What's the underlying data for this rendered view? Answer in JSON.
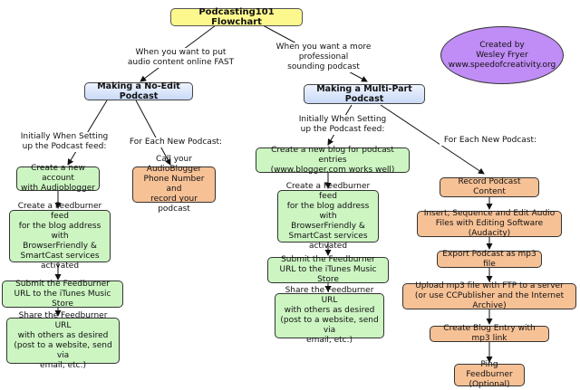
{
  "title": "Podcasting101 Flowchart",
  "credit": "Created by\nWesley Fryer\nwww.speedofcreativity.org",
  "branch_labels": {
    "fast": "When you want to put\naudio content online FAST",
    "professional": "When you want a more\nprofessional\nsounding podcast"
  },
  "no_edit": {
    "title": "Making a No-Edit Podcast",
    "setup_label": "Initially When Setting\nup the Podcast feed:",
    "each_label": "For Each New Podcast:",
    "setup_steps": [
      "Create a new account\nwith Audioblogger",
      "Create a Feedburner feed\nfor the blog address with\nBrowserFriendly &\nSmartCast services\nactivated",
      "Submit the Feedburner\nURL to the iTunes Music Store",
      "Share the Feedburner URL\nwith others as desired\n(post to a website, send via\nemail, etc.)"
    ],
    "each_steps": [
      "Call your AudioBlogger\nPhone Number and\nrecord your podcast"
    ]
  },
  "multi_part": {
    "title": "Making a Multi-Part Podcast",
    "setup_label": "Initially When Setting\nup the Podcast feed:",
    "each_label": "For Each New Podcast:",
    "setup_steps": [
      "Create a new blog for podcast entries\n(www.blogger.com works well)",
      "Create a Feedburner feed\nfor the blog address with\nBrowserFriendly &\nSmartCast services\nactivated",
      "Submit the Feedburner\nURL to the iTunes Music Store",
      "Share the Feedburner URL\nwith others as desired\n(post to a website, send via\nemail, etc.)"
    ],
    "each_steps": [
      "Record Podcast Content",
      "Insert, Sequence and Edit Audio\nFiles with Editing Software (Audacity)",
      "Export Podcast as mp3 file",
      "Upload mp3 file with FTP to a server\n(or use CCPublisher and the Internet Archive)",
      "Create Blog Entry with mp3 link",
      "Ping Feedburner\n(Optional)"
    ]
  },
  "colors": {
    "title_fill": "#fcf88e",
    "section_fill": "#c9d9f6",
    "setup_fill": "#ccf5c2",
    "each_fill": "#f7c196",
    "credit_fill": "#c08cf5"
  }
}
